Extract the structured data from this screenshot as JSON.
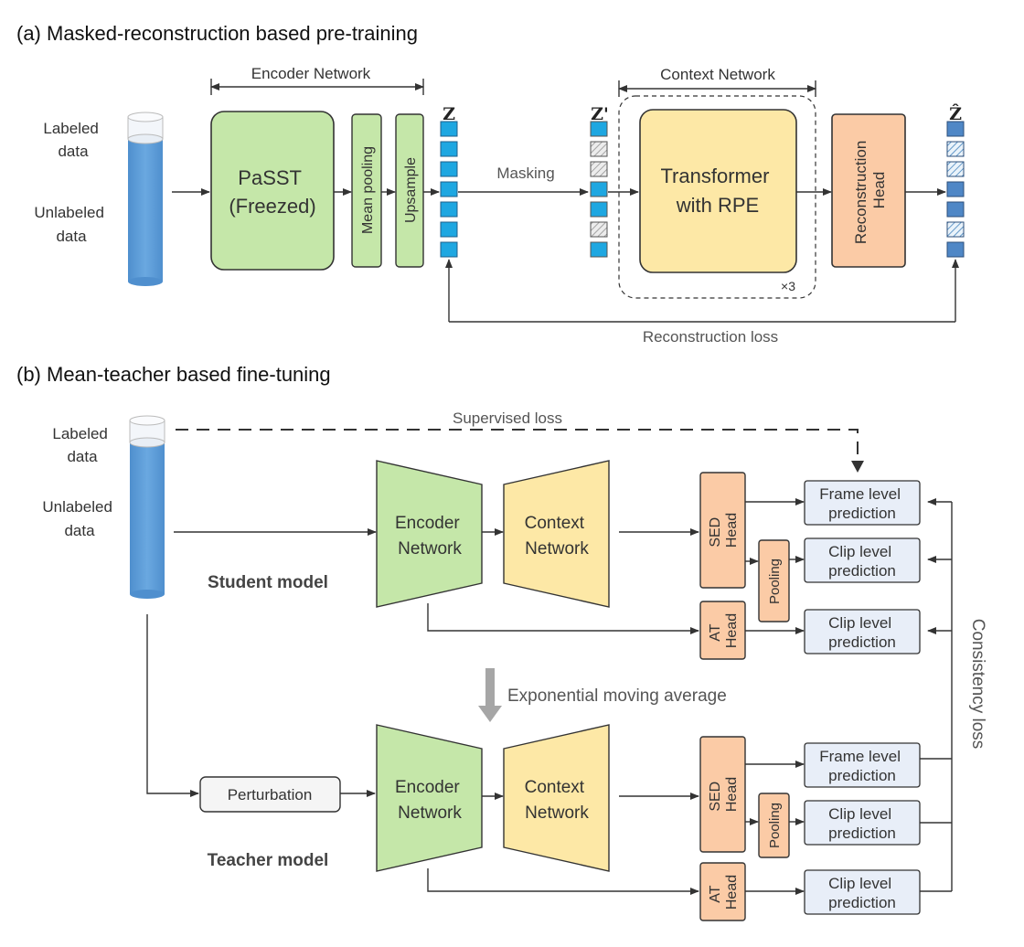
{
  "section_a": {
    "title": "(a) Masked-reconstruction based pre-training",
    "input_labeled": [
      "Labeled",
      "data"
    ],
    "input_unlabeled": [
      "Unlabeled",
      "data"
    ],
    "encoder_bracket": "Encoder Network",
    "context_bracket": "Context Network",
    "passt": [
      "PaSST",
      "(Freezed)"
    ],
    "mean_pooling": "Mean pooling",
    "upsample": "Upsample",
    "z": "Z",
    "z_prime": "Z'",
    "z_hat": "Ẑ",
    "masking": "Masking",
    "transformer": [
      "Transformer",
      "with RPE"
    ],
    "repeat": "×3",
    "recon_head": [
      "Reconstruction",
      "Head"
    ],
    "recon_loss": "Reconstruction loss"
  },
  "section_b": {
    "title": "(b) Mean-teacher based fine-tuning",
    "input_labeled": [
      "Labeled",
      "data"
    ],
    "input_unlabeled": [
      "Unlabeled",
      "data"
    ],
    "supervised_loss": "Supervised loss",
    "student_model": "Student model",
    "teacher_model": "Teacher model",
    "encoder": [
      "Encoder",
      "Network"
    ],
    "context": [
      "Context",
      "Network"
    ],
    "sed_head": [
      "SED",
      "Head"
    ],
    "at_head": [
      "AT",
      "Head"
    ],
    "pooling": "Pooling",
    "frame_pred": [
      "Frame level",
      "prediction"
    ],
    "clip_pred": [
      "Clip level",
      "prediction"
    ],
    "ema": "Exponential moving average",
    "perturbation": "Perturbation",
    "consistency_loss": "Consistency loss"
  },
  "colors": {
    "green": "#c5e7a9",
    "yellow": "#fde8a6",
    "orange": "#fbcba6",
    "blue_cell": "#1ea7e1",
    "pred_box": "#e8eef8",
    "cylinder": "#5b9bd5"
  }
}
